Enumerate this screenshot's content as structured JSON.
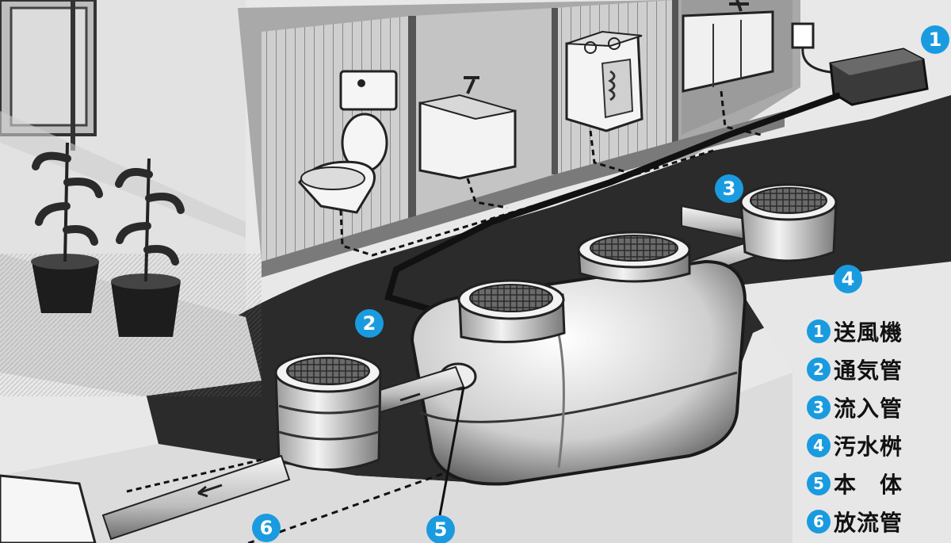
{
  "markers": {
    "m1": "1",
    "m2": "2",
    "m3": "3",
    "m4": "4",
    "m5": "5",
    "m6": "6"
  },
  "legend": {
    "items": [
      {
        "num": "1",
        "label": "送風機"
      },
      {
        "num": "2",
        "label": "通気管"
      },
      {
        "num": "3",
        "label": "流入管"
      },
      {
        "num": "4",
        "label": "汚水桝"
      },
      {
        "num": "5",
        "label": "本　体"
      },
      {
        "num": "6",
        "label": "放流管"
      }
    ]
  },
  "colors": {
    "marker": "#1a9be0",
    "legend_text": "#111111",
    "ink": "#1a1a1a",
    "ground_dark": "#2a2a2a"
  }
}
